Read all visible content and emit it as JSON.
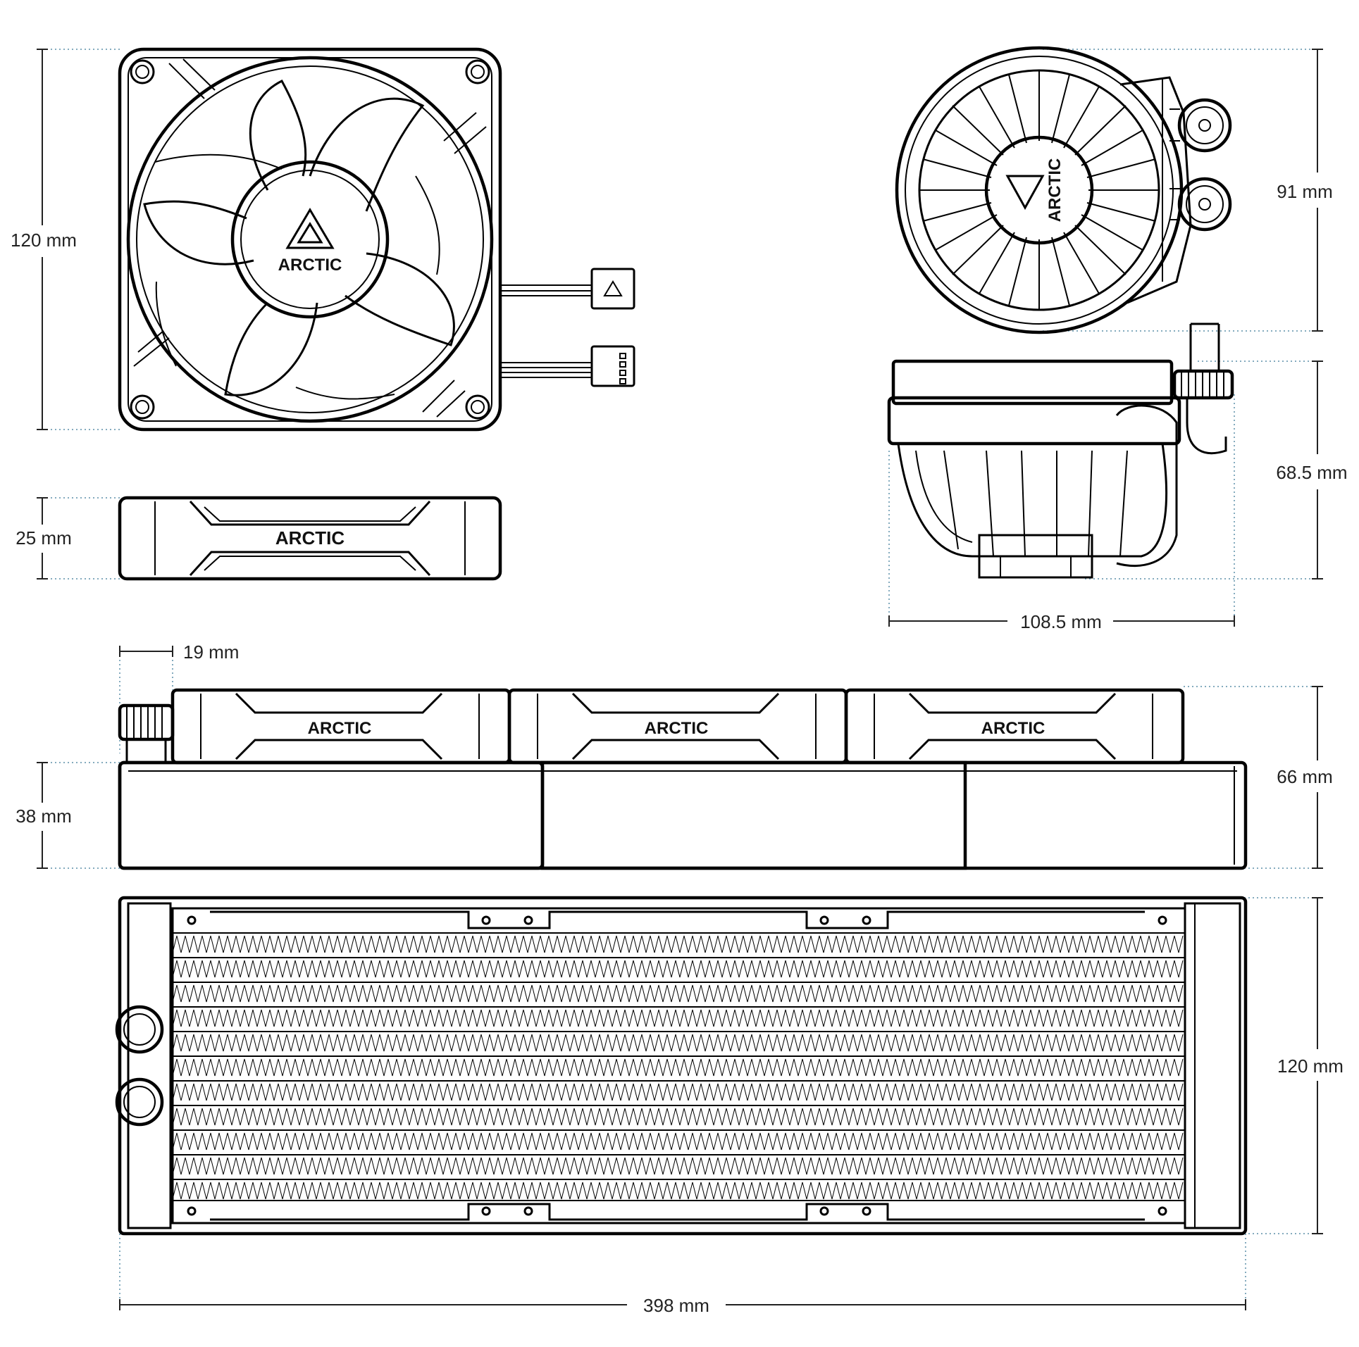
{
  "brand": {
    "logo_text": "ARCTIC"
  },
  "dimensions": {
    "fan_height": "120 mm",
    "fan_thickness": "25 mm",
    "pump_diameter": "91 mm",
    "pump_height": "68.5 mm",
    "pump_width": "108.5 mm",
    "radiator_offset": "19 mm",
    "radiator_total_thickness": "66 mm",
    "radiator_core_thickness": "38 mm",
    "radiator_height": "120 mm",
    "radiator_length": "398 mm"
  },
  "colors": {
    "line": "#000000",
    "dim_text": "#222222",
    "extension_dotted": "#5b8fa8",
    "background": "#ffffff"
  }
}
